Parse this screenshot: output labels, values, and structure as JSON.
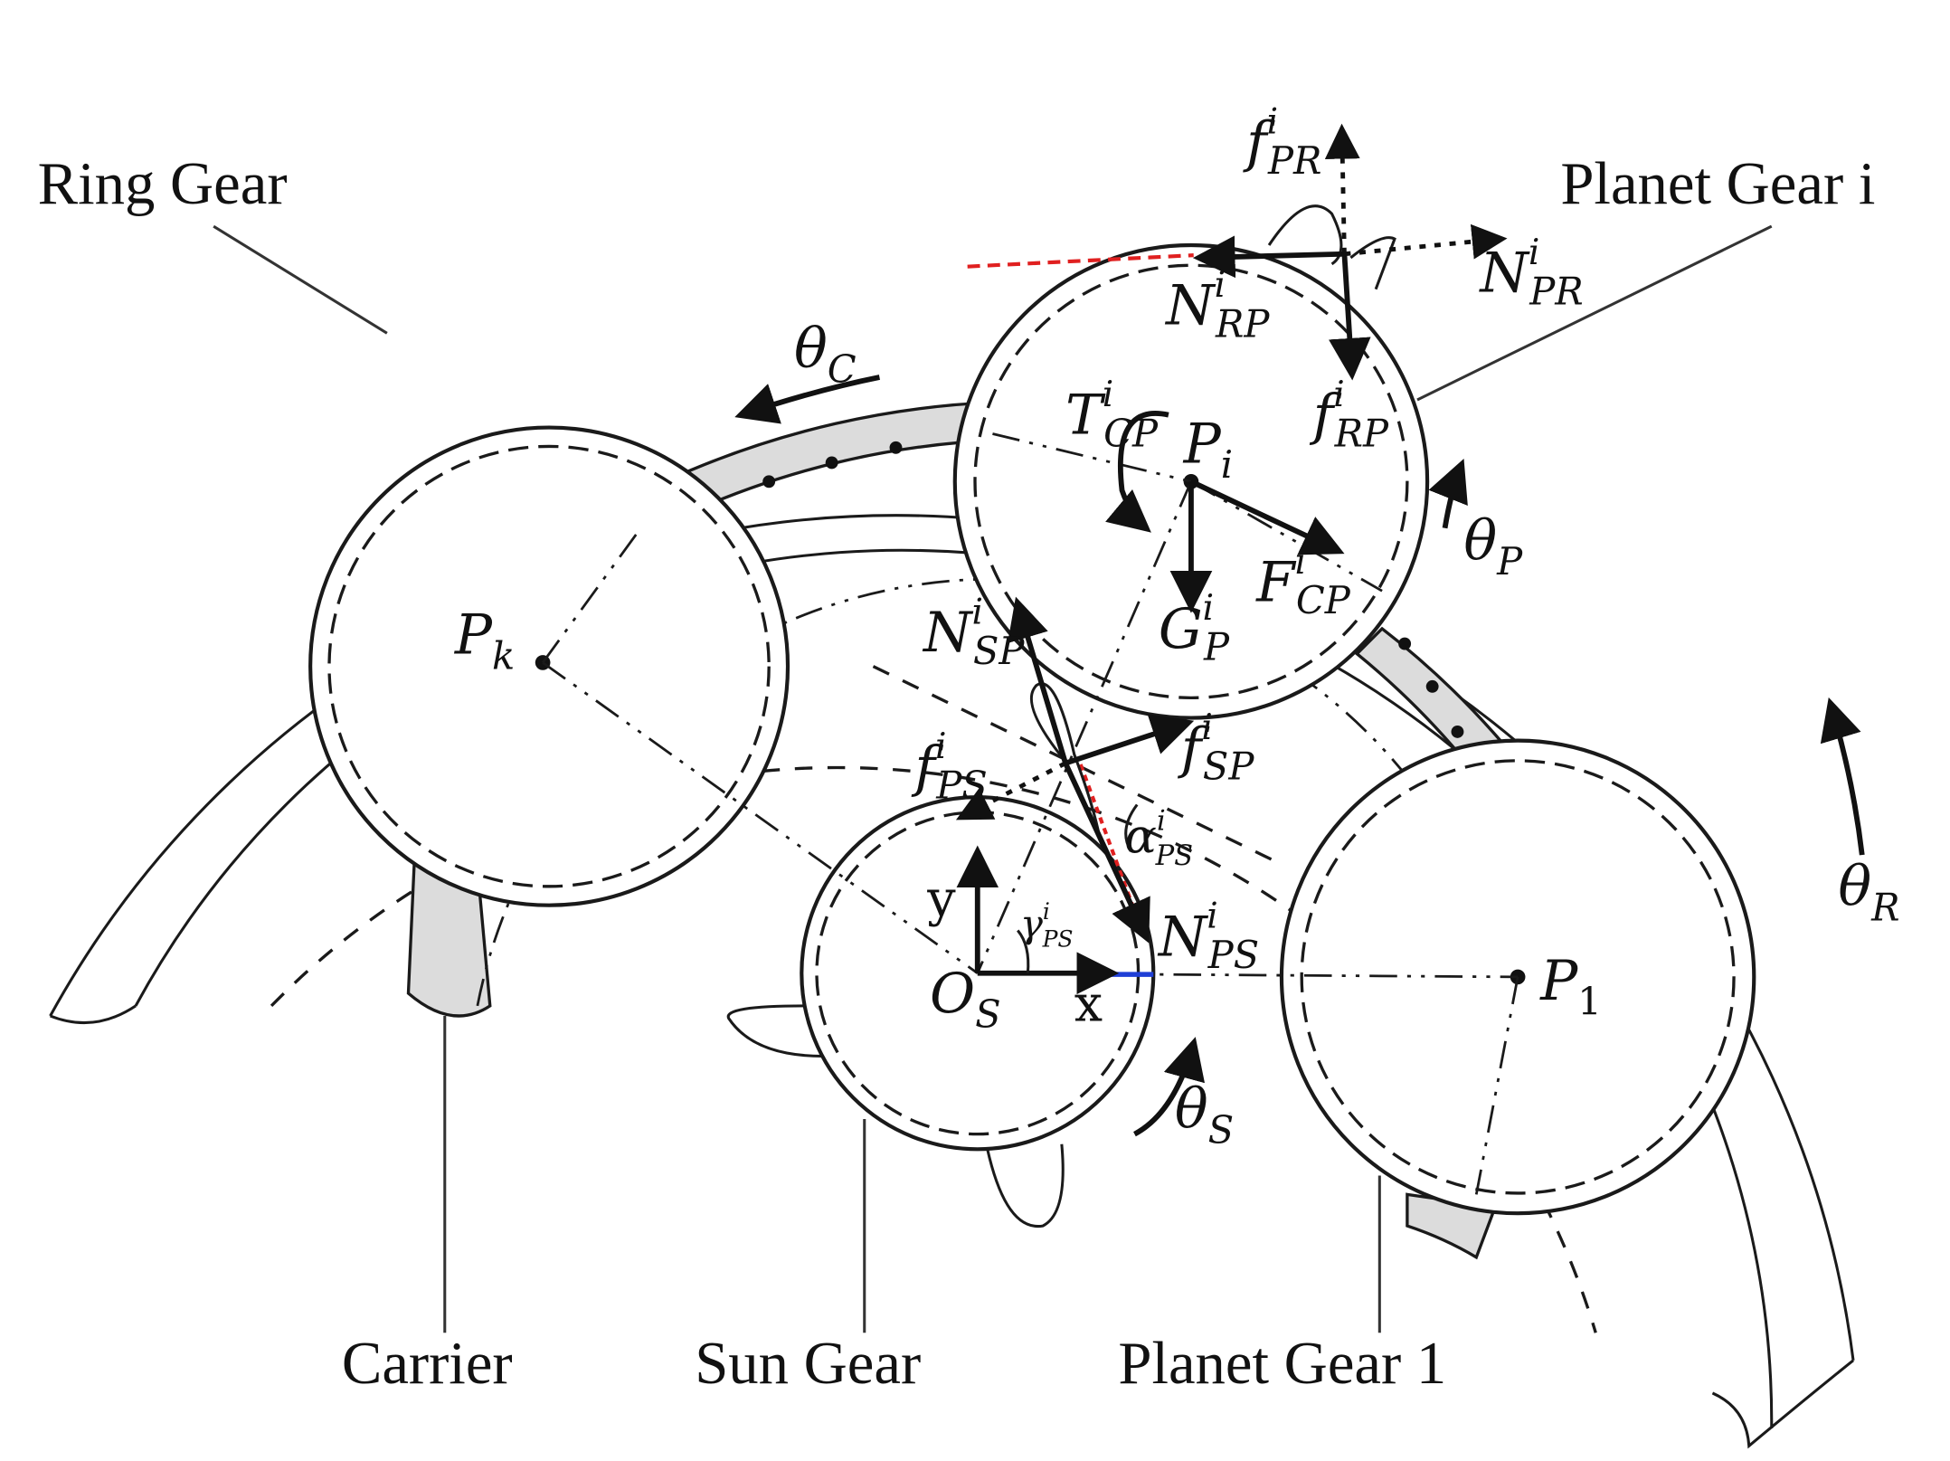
{
  "components": {
    "ring": "Ring Gear",
    "planet_i": "Planet Gear i",
    "carrier": "Carrier",
    "sun": "Sun Gear",
    "planet_1": "Planet Gear 1"
  },
  "points": {
    "pi": {
      "base": "P",
      "sub": "i"
    },
    "pk": {
      "base": "P",
      "sub": "k"
    },
    "p1": {
      "base": "P",
      "sub": "1"
    },
    "os": {
      "base": "O",
      "sub": "S"
    }
  },
  "axes": {
    "x": "x",
    "y": "y"
  },
  "angles": {
    "theta_c": {
      "base": "θ",
      "sub": "C"
    },
    "theta_p": {
      "base": "θ",
      "sub": "P"
    },
    "theta_r": {
      "base": "θ",
      "sub": "R"
    },
    "theta_s": {
      "base": "θ",
      "sub": "S"
    },
    "gamma_ps": {
      "base": "γ",
      "sup": "i",
      "sub": "PS"
    },
    "alpha_ps": {
      "base": "α",
      "sup": "i",
      "sub": "PS"
    }
  },
  "forces": {
    "f_pr": {
      "base": "f",
      "sup": "i",
      "sub": "PR"
    },
    "n_pr": {
      "base": "N",
      "sup": "i",
      "sub": "PR"
    },
    "n_rp": {
      "base": "N",
      "sup": "i",
      "sub": "RP"
    },
    "f_rp": {
      "base": "f",
      "sup": "i",
      "sub": "RP"
    },
    "t_cp": {
      "base": "T",
      "sup": "i",
      "sub": "CP"
    },
    "f_cp": {
      "base": "F",
      "sup": "i",
      "sub": "CP"
    },
    "g_p": {
      "base": "G",
      "sup": "i",
      "sub": "P"
    },
    "n_sp": {
      "base": "N",
      "sup": "i",
      "sub": "SP"
    },
    "f_sp": {
      "base": "f",
      "sup": "i",
      "sub": "SP"
    },
    "f_ps": {
      "base": "f",
      "sup": "i",
      "sub": "PS"
    },
    "n_ps": {
      "base": "N",
      "sup": "i",
      "sub": "PS"
    }
  },
  "colors": {
    "carrier_fill": "#dcdcdc",
    "line": "#1a1a1a",
    "highlight_red": "#e02020",
    "highlight_blue": "#1f3fd6"
  }
}
